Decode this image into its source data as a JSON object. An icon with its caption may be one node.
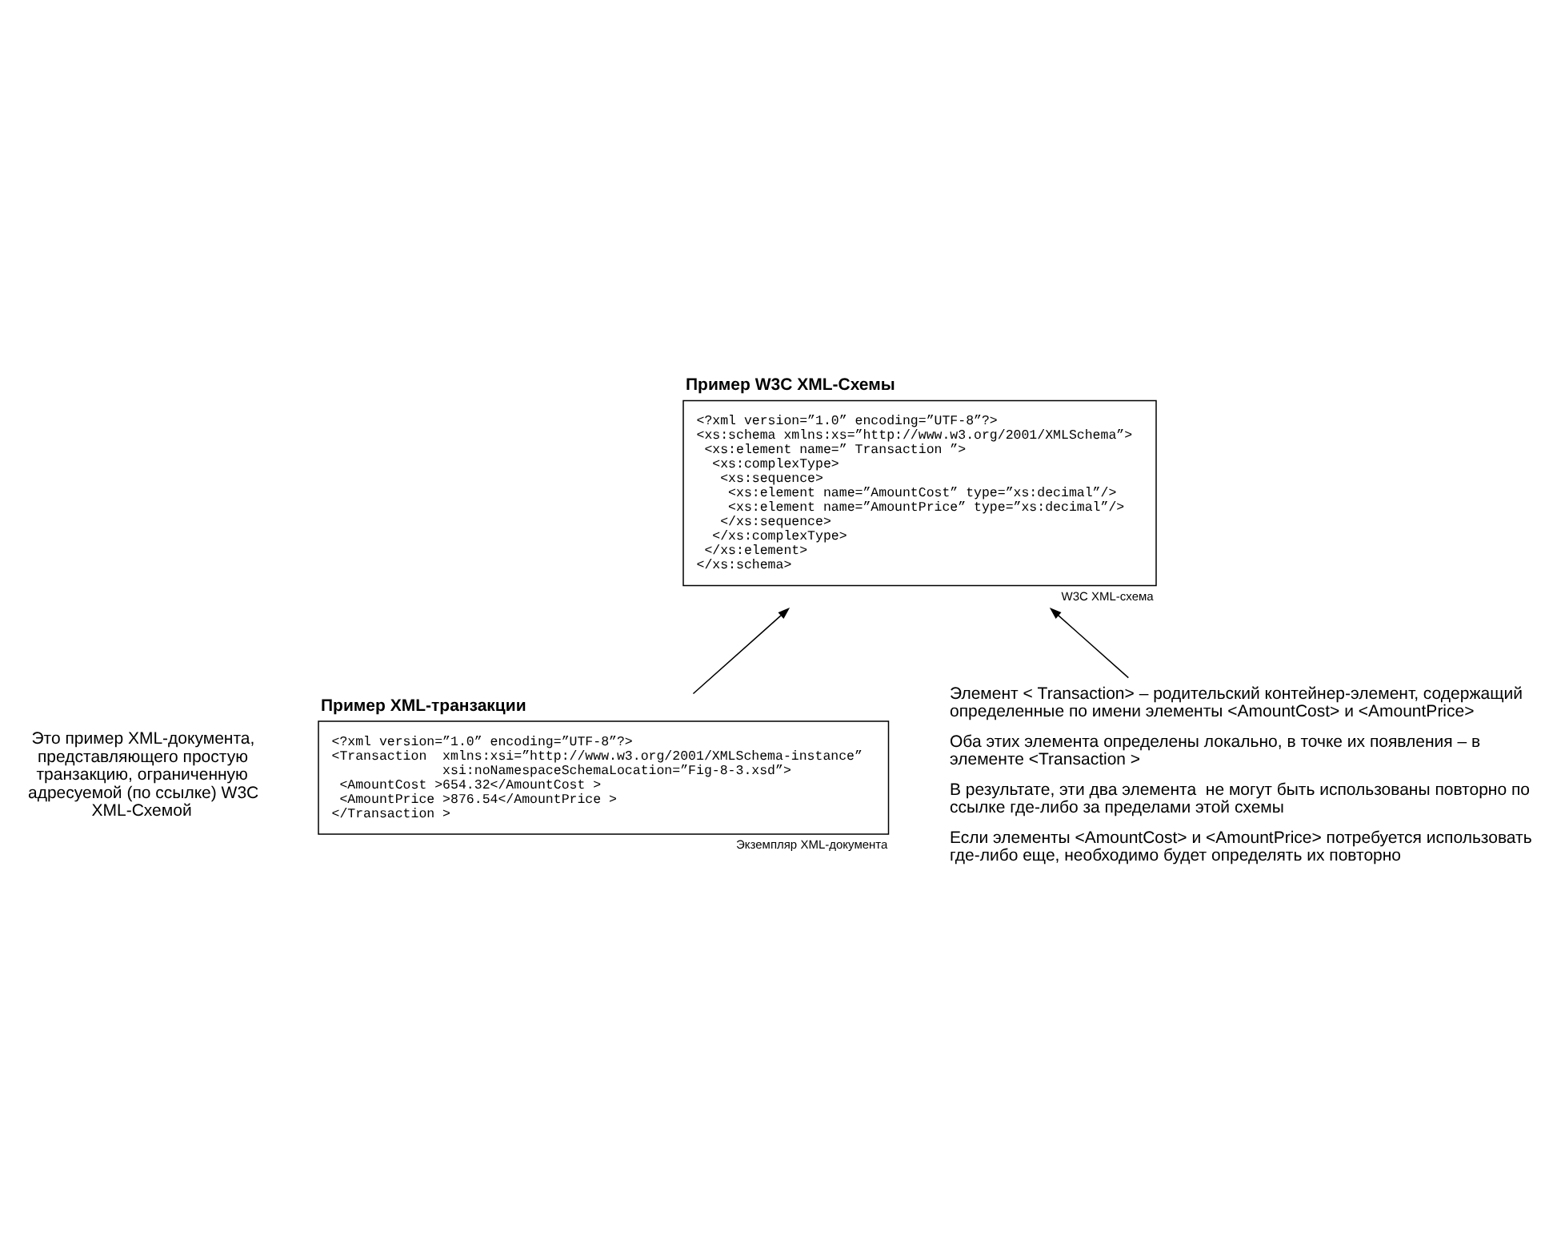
{
  "diagram": {
    "nodes": [
      {
        "text": [
          "Пример W3C XML-Схемы",
          "<?xml version=”1.0” encoding=”UTF-8”?>",
          "<xs:schema xmlns:xs=”http://www.w3.org/2001/XMLSchema”>",
          " <xs:element name=” Transaction ”>",
          "  <xs:complexType>",
          "   <xs:sequence>",
          "    <xs:element name=”AmountCost” type=”xs:decimal”/>",
          "    <xs:element name=”AmountPrice” type=”xs:decimal”/>",
          "   </xs:sequence>",
          "  </xs:complexType>",
          " </xs:element>",
          "</xs:schema>"
        ],
        "beside": [
          "W3C XML-схема"
        ]
      },
      {
        "text": [
          "Пример XML-транзакции",
          "<?xml version=”1.0” encoding=”UTF-8”?>",
          "<Transaction  xmlns:xsi=”http://www.w3.org/2001/XMLSchema-instance”",
          "              xsi:noNamespaceSchemaLocation=”Fig-8-3.xsd”>",
          " <AmountCost >654.32</AmountCost >",
          " <AmountPrice >876.54</AmountPrice >",
          "</Transaction >"
        ],
        "beside": [
          "Экземпляр XML-документа"
        ]
      },
      {
        "text": [
          "Элемент < Transaction> – родительский контейнер-элемент, содержащий определенные по имени элементы <AmountCost> и <AmountPrice>",
          "Оба этих элемента определены локально, в точке их появления – в элементе <Transaction >",
          "В результате, эти два элемента  не могут быть использованы повторно по ссылке где-либо за пределами этой схемы",
          "Если элементы <AmountCost> и <AmountPrice> потребуется использовать где-либо еще, необходимо будет определять их повторно"
        ]
      }
    ],
    "edges": [
      {
        "from": 1,
        "to": 0,
        "arrow": "to"
      },
      {
        "from": 2,
        "to": 0,
        "arrow": "to"
      }
    ],
    "labels": [
      "Это пример XML-документа, представляющего простую транзакцию, ограниченную адресуемой (по ссылке) W3C XML-Схемой"
    ]
  }
}
